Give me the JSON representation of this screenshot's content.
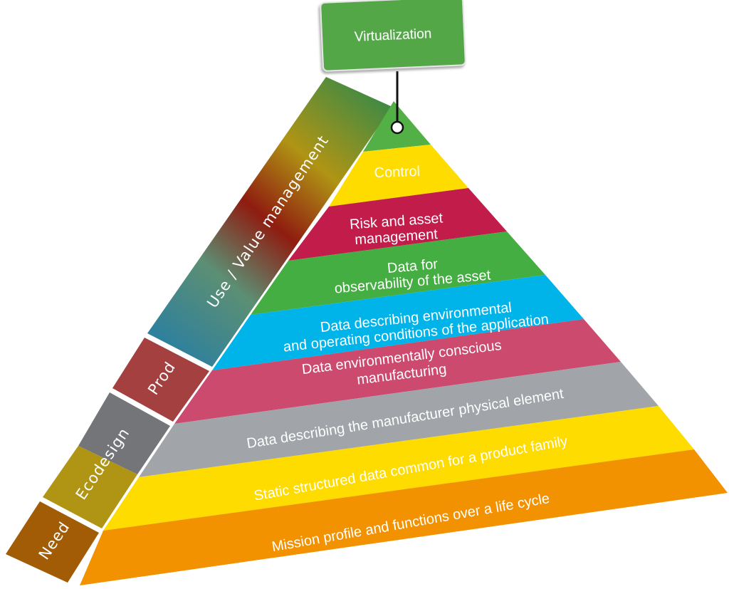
{
  "title": "Virtualization",
  "colors": {
    "top_green": "#52b047",
    "control_yellow": "#fedc00",
    "risk_crimson": "#c21c4b",
    "observability_green": "#44ae42",
    "environment_blue": "#00b4ea",
    "manufacturing_pink": "#cb4a6e",
    "physical_gray": "#a1a4a8",
    "static_yellow": "#fedc00",
    "mission_orange": "#f39200",
    "prod_red": "#a4403f",
    "ecodesign_gray": "#737579",
    "ecodesign_olive": "#b09414",
    "need_brown": "#a15c05",
    "virtualization_box": "#52a747"
  },
  "pyramid_layers": [
    {
      "id": "top",
      "lines": []
    },
    {
      "id": "control",
      "lines": [
        "Control"
      ]
    },
    {
      "id": "risk",
      "lines": [
        "Risk and asset",
        "management"
      ]
    },
    {
      "id": "observability",
      "lines": [
        "Data for",
        "observability of the asset"
      ]
    },
    {
      "id": "environment",
      "lines": [
        "Data describing environmental",
        "and operating conditions of the application"
      ]
    },
    {
      "id": "manufacturing",
      "lines": [
        "Data environmentally conscious",
        "manufacturing"
      ]
    },
    {
      "id": "physical",
      "lines": [
        "Data describing the manufacturer physical element"
      ]
    },
    {
      "id": "static",
      "lines": [
        "Static structured data common for a product family"
      ]
    },
    {
      "id": "mission",
      "lines": [
        "Mission profile and functions over a life cycle"
      ]
    }
  ],
  "lifecycle_phases": [
    {
      "id": "use",
      "label": "Use / Value management"
    },
    {
      "id": "prod",
      "label": "Prod"
    },
    {
      "id": "ecodesign",
      "label": "Ecodesign"
    },
    {
      "id": "need",
      "label": "Need"
    }
  ]
}
